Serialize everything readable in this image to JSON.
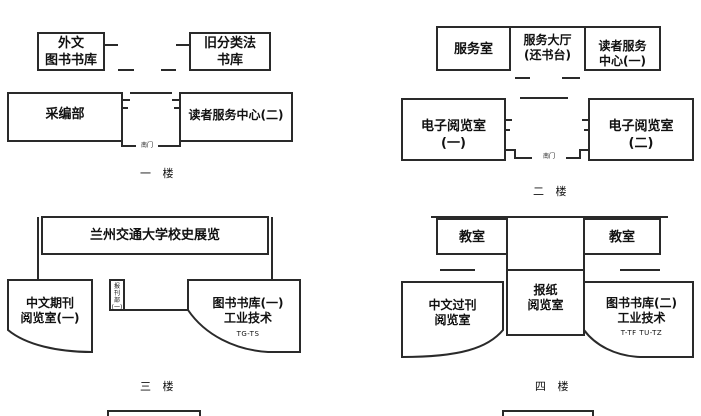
{
  "floors": [
    {
      "caption": "一 楼",
      "rooms": {
        "foreign_stacks": [
          "外文",
          "图书书库"
        ],
        "old_class_stacks": [
          "旧分类法",
          "书库"
        ],
        "acquisition": "采编部",
        "reader_service_2": "读者服务中心(二)",
        "south_gate": "南门"
      }
    },
    {
      "caption": "二 楼",
      "rooms": {
        "service_room": "服务室",
        "service_hall": [
          "服务大厅",
          "(还书台)"
        ],
        "reader_service_1": [
          "读者服务",
          "中心(一)"
        ],
        "e_reading_1": [
          "电子阅览室",
          "(一)"
        ],
        "e_reading_2": [
          "电子阅览室",
          "(二)"
        ],
        "south_gate": "南门"
      }
    },
    {
      "caption": "三 楼",
      "rooms": {
        "history_hall": "兰州交通大学校史展览",
        "cn_journal_reading": [
          "中文期刊",
          "阅览室(一)"
        ],
        "stacks_industrial": [
          "图书书库(一)",
          "工业技术"
        ],
        "stacks_codes": "TG-TS",
        "small_box": [
          "报",
          "刊",
          "部",
          "(一)"
        ]
      }
    },
    {
      "caption": "四 楼",
      "rooms": {
        "classroom_left": "教室",
        "classroom_right": "教室",
        "newspaper_reading": [
          "报纸",
          "阅览室"
        ],
        "cn_past_journals": [
          "中文过刊",
          "阅览室"
        ],
        "stacks_industrial_2": [
          "图书书库(二)",
          "工业技术"
        ],
        "stacks_codes_2": "T-TF  TU-TZ"
      }
    }
  ]
}
